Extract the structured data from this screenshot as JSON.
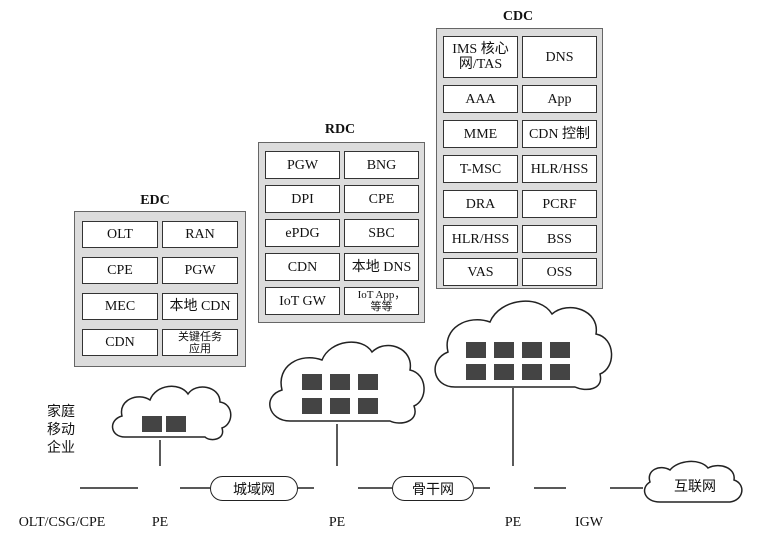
{
  "edc": {
    "title": "EDC",
    "cells": [
      "OLT",
      "RAN",
      "CPE",
      "PGW",
      "MEC",
      "本地 CDN",
      "CDN",
      "关键任务\n应用"
    ]
  },
  "rdc": {
    "title": "RDC",
    "cells": [
      "PGW",
      "BNG",
      "DPI",
      "CPE",
      "ePDG",
      "SBC",
      "CDN",
      "本地 DNS",
      "IoT GW",
      "IoT App，\n等等"
    ]
  },
  "cdc": {
    "title": "CDC",
    "cells": [
      "IMS 核心\n网/TAS",
      "DNS",
      "AAA",
      "App",
      "MME",
      "CDN 控制",
      "T-MSC",
      "HLR/HSS",
      "DRA",
      "PCRF",
      "HLR/HSS",
      "BSS",
      "VAS",
      "OSS"
    ]
  },
  "access": {
    "label": "家庭\n移动\n企业",
    "device": "OLT/CSG/CPE"
  },
  "network": {
    "pe1": "PE",
    "pe2": "PE",
    "pe3": "PE",
    "igw": "IGW",
    "metro": "城域网",
    "backbone": "骨干网",
    "internet": "互联网"
  }
}
